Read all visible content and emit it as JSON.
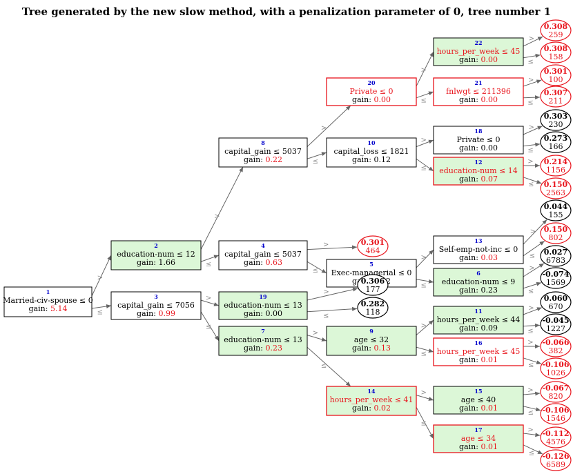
{
  "title": "Tree generated by the new slow method, with a penalization parameter of 0, tree number 1",
  "edge_labels": {
    "left": "≤",
    "right": ">"
  },
  "colors": {
    "red": "#e8141c",
    "black": "#000000",
    "green_fill": "#dcf7d7",
    "white_fill": "#ffffff",
    "blue_id": "#0000cc"
  },
  "nodes": {
    "n1": {
      "id": "1",
      "label": "Married-civ-spouse ≤ 0",
      "gain_prefix": "gain: ",
      "gain": "5.14",
      "label_red": false,
      "gain_red": true,
      "border_red": false,
      "fill_green": false
    },
    "n2": {
      "id": "2",
      "label": "education-num ≤ 12",
      "gain_prefix": "gain: ",
      "gain": "1.66",
      "label_red": false,
      "gain_red": false,
      "border_red": false,
      "fill_green": true
    },
    "n3": {
      "id": "3",
      "label": "capital_gain ≤ 7056",
      "gain_prefix": "gain: ",
      "gain": "0.99",
      "label_red": false,
      "gain_red": true,
      "border_red": false,
      "fill_green": false
    },
    "n8": {
      "id": "8",
      "label": "capital_gain ≤ 5037",
      "gain_prefix": "gain: ",
      "gain": "0.22",
      "label_red": false,
      "gain_red": true,
      "border_red": false,
      "fill_green": false
    },
    "n4": {
      "id": "4",
      "label": "capital_gain ≤ 5037",
      "gain_prefix": "gain: ",
      "gain": "0.63",
      "label_red": false,
      "gain_red": true,
      "border_red": false,
      "fill_green": false
    },
    "n19": {
      "id": "19",
      "label": "education-num ≤ 13",
      "gain_prefix": "gain: ",
      "gain": "0.00",
      "label_red": false,
      "gain_red": false,
      "border_red": false,
      "fill_green": true
    },
    "n7": {
      "id": "7",
      "label": "education-num ≤ 13",
      "gain_prefix": "gain: ",
      "gain": "0.23",
      "label_red": false,
      "gain_red": true,
      "border_red": false,
      "fill_green": true
    },
    "n20": {
      "id": "20",
      "label": "Private ≤ 0",
      "gain_prefix": "gain: ",
      "gain": "0.00",
      "label_red": true,
      "gain_red": true,
      "border_red": true,
      "fill_green": false
    },
    "n10": {
      "id": "10",
      "label": "capital_loss ≤ 1821",
      "gain_prefix": "gain: ",
      "gain": "0.12",
      "label_red": false,
      "gain_red": false,
      "border_red": false,
      "fill_green": false
    },
    "n5": {
      "id": "5",
      "label": "Exec-managerial ≤ 0",
      "gain_prefix": "gain: ",
      "gain": "0.32",
      "label_red": false,
      "gain_red": false,
      "border_red": false,
      "fill_green": false
    },
    "n9": {
      "id": "9",
      "label": "age ≤ 32",
      "gain_prefix": "gain: ",
      "gain": "0.13",
      "label_red": false,
      "gain_red": true,
      "border_red": false,
      "fill_green": true
    },
    "n14": {
      "id": "14",
      "label": "hours_per_week ≤ 41",
      "gain_prefix": "gain: ",
      "gain": "0.02",
      "label_red": true,
      "gain_red": true,
      "border_red": true,
      "fill_green": true
    },
    "n22": {
      "id": "22",
      "label": "hours_per_week ≤ 45",
      "gain_prefix": "gain: ",
      "gain": "0.00",
      "label_red": true,
      "gain_red": true,
      "border_red": false,
      "fill_green": true
    },
    "n21": {
      "id": "21",
      "label": "fnlwgt ≤ 211396",
      "gain_prefix": "gain: ",
      "gain": "0.00",
      "label_red": true,
      "gain_red": true,
      "border_red": true,
      "fill_green": false
    },
    "n18": {
      "id": "18",
      "label": "Private ≤ 0",
      "gain_prefix": "gain: ",
      "gain": "0.00",
      "label_red": false,
      "gain_red": false,
      "border_red": false,
      "fill_green": false
    },
    "n12": {
      "id": "12",
      "label": "education-num ≤ 14",
      "gain_prefix": "gain: ",
      "gain": "0.07",
      "label_red": true,
      "gain_red": true,
      "border_red": true,
      "fill_green": true
    },
    "n13": {
      "id": "13",
      "label": "Self-emp-not-inc ≤ 0",
      "gain_prefix": "gain: ",
      "gain": "0.03",
      "label_red": false,
      "gain_red": true,
      "border_red": false,
      "fill_green": false
    },
    "n6": {
      "id": "6",
      "label": "education-num ≤ 9",
      "gain_prefix": "gain: ",
      "gain": "0.23",
      "label_red": false,
      "gain_red": false,
      "border_red": false,
      "fill_green": true
    },
    "n11": {
      "id": "11",
      "label": "hours_per_week ≤ 44",
      "gain_prefix": "gain: ",
      "gain": "0.09",
      "label_red": false,
      "gain_red": false,
      "border_red": false,
      "fill_green": true
    },
    "n16": {
      "id": "16",
      "label": "hours_per_week ≤ 45",
      "gain_prefix": "gain: ",
      "gain": "0.01",
      "label_red": true,
      "gain_red": true,
      "border_red": true,
      "fill_green": false
    },
    "n15": {
      "id": "15",
      "label": "age ≤ 40",
      "gain_prefix": "gain: ",
      "gain": "0.01",
      "label_red": false,
      "gain_red": true,
      "border_red": false,
      "fill_green": true
    },
    "n17": {
      "id": "17",
      "label": "age ≤ 34",
      "gain_prefix": "gain: ",
      "gain": "0.01",
      "label_red": true,
      "gain_red": true,
      "border_red": true,
      "fill_green": true
    }
  },
  "leaves": {
    "l_22a": {
      "value": "0.308",
      "count": "259",
      "red": true
    },
    "l_22b": {
      "value": "0.308",
      "count": "158",
      "red": true
    },
    "l_21a": {
      "value": "0.301",
      "count": "100",
      "red": true
    },
    "l_21b": {
      "value": "0.307",
      "count": "211",
      "red": true
    },
    "l_18a": {
      "value": "0.303",
      "count": "230",
      "red": false
    },
    "l_18b": {
      "value": "0.273",
      "count": "166",
      "red": false
    },
    "l_12a": {
      "value": "0.214",
      "count": "1156",
      "red": true
    },
    "l_12b": {
      "value": "0.150",
      "count": "2563",
      "red": true
    },
    "l_4a": {
      "value": "0.301",
      "count": "464",
      "red": true
    },
    "l_13a": {
      "value": "0.044",
      "count": "155",
      "red": false
    },
    "l_13b": {
      "value": "0.150",
      "count": "802",
      "red": true
    },
    "l_6a": {
      "value": "0.027",
      "count": "6783",
      "red": false
    },
    "l_6b": {
      "value": "-0.074",
      "count": "1569",
      "red": false
    },
    "l_19a": {
      "value": "0.306",
      "count": "177",
      "red": false
    },
    "l_19b": {
      "value": "0.282",
      "count": "118",
      "red": false
    },
    "l_11a": {
      "value": "0.060",
      "count": "670",
      "red": false
    },
    "l_11b": {
      "value": "-0.045",
      "count": "1227",
      "red": false
    },
    "l_16a": {
      "value": "-0.066",
      "count": "382",
      "red": true
    },
    "l_16b": {
      "value": "-0.106",
      "count": "1026",
      "red": true
    },
    "l_15a": {
      "value": "-0.067",
      "count": "820",
      "red": true
    },
    "l_15b": {
      "value": "-0.106",
      "count": "1546",
      "red": true
    },
    "l_17a": {
      "value": "-0.112",
      "count": "4576",
      "red": true
    },
    "l_17b": {
      "value": "-0.126",
      "count": "6589",
      "red": true
    }
  },
  "edges": [
    {
      "from": "n1",
      "to": "n2",
      "sign": "right"
    },
    {
      "from": "n1",
      "to": "n3",
      "sign": "left"
    },
    {
      "from": "n2",
      "to": "n8",
      "sign": "right"
    },
    {
      "from": "n2",
      "to": "n4",
      "sign": "left"
    },
    {
      "from": "n3",
      "to": "n19",
      "sign": "right"
    },
    {
      "from": "n3",
      "to": "n7",
      "sign": "left"
    },
    {
      "from": "n8",
      "to": "n20",
      "sign": "right"
    },
    {
      "from": "n8",
      "to": "n10",
      "sign": "left"
    },
    {
      "from": "n4",
      "to": "l_4a",
      "sign": "right"
    },
    {
      "from": "n4",
      "to": "n5",
      "sign": "left"
    },
    {
      "from": "n19",
      "to": "l_19a",
      "sign": "right"
    },
    {
      "from": "n19",
      "to": "l_19b",
      "sign": "left"
    },
    {
      "from": "n7",
      "to": "n9",
      "sign": "right"
    },
    {
      "from": "n7",
      "to": "n14",
      "sign": "left"
    },
    {
      "from": "n20",
      "to": "n22",
      "sign": "right"
    },
    {
      "from": "n20",
      "to": "n21",
      "sign": "left"
    },
    {
      "from": "n10",
      "to": "n18",
      "sign": "right"
    },
    {
      "from": "n10",
      "to": "n12",
      "sign": "left"
    },
    {
      "from": "n5",
      "to": "n13",
      "sign": "right"
    },
    {
      "from": "n5",
      "to": "n6",
      "sign": "left"
    },
    {
      "from": "n9",
      "to": "n11",
      "sign": "right"
    },
    {
      "from": "n9",
      "to": "n16",
      "sign": "left"
    },
    {
      "from": "n14",
      "to": "n15",
      "sign": "right"
    },
    {
      "from": "n14",
      "to": "n17",
      "sign": "left"
    },
    {
      "from": "n22",
      "to": "l_22a",
      "sign": "right"
    },
    {
      "from": "n22",
      "to": "l_22b",
      "sign": "left"
    },
    {
      "from": "n21",
      "to": "l_21a",
      "sign": "right"
    },
    {
      "from": "n21",
      "to": "l_21b",
      "sign": "left"
    },
    {
      "from": "n18",
      "to": "l_18a",
      "sign": "right"
    },
    {
      "from": "n18",
      "to": "l_18b",
      "sign": "left"
    },
    {
      "from": "n12",
      "to": "l_12a",
      "sign": "right"
    },
    {
      "from": "n12",
      "to": "l_12b",
      "sign": "left"
    },
    {
      "from": "n13",
      "to": "l_13a",
      "sign": "right"
    },
    {
      "from": "n13",
      "to": "l_13b",
      "sign": "left"
    },
    {
      "from": "n6",
      "to": "l_6a",
      "sign": "right"
    },
    {
      "from": "n6",
      "to": "l_6b",
      "sign": "left"
    },
    {
      "from": "n11",
      "to": "l_11a",
      "sign": "right"
    },
    {
      "from": "n11",
      "to": "l_11b",
      "sign": "left"
    },
    {
      "from": "n16",
      "to": "l_16a",
      "sign": "right"
    },
    {
      "from": "n16",
      "to": "l_16b",
      "sign": "left"
    },
    {
      "from": "n15",
      "to": "l_15a",
      "sign": "right"
    },
    {
      "from": "n15",
      "to": "l_15b",
      "sign": "left"
    },
    {
      "from": "n17",
      "to": "l_17a",
      "sign": "right"
    },
    {
      "from": "n17",
      "to": "l_17b",
      "sign": "left"
    }
  ]
}
